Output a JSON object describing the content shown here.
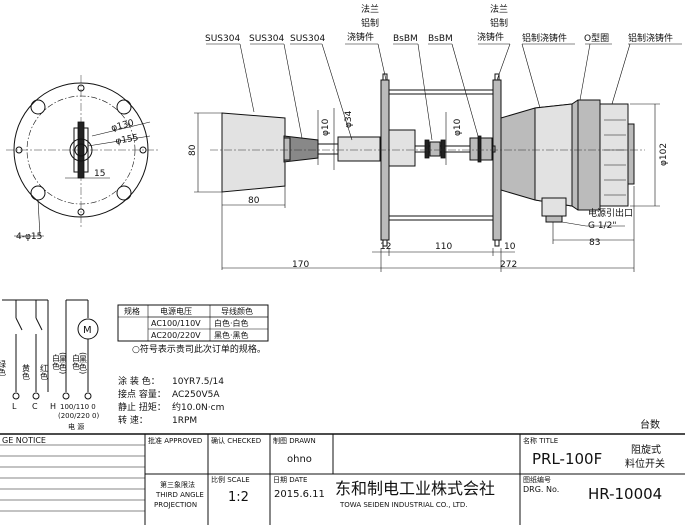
{
  "callouts": {
    "sus1": "SUS304",
    "sus2": "SUS304",
    "sus3": "SUS304",
    "flange_l1": "法兰",
    "flange_l2": "铝制",
    "flange_l3": "浇铸件",
    "bsbm1": "BsBM",
    "bsbm2": "BsBM",
    "flange2_l1": "法兰",
    "flange2_l2": "铝制",
    "flange2_l3": "浇铸件",
    "al_cast1": "铝制浇铸件",
    "oring": "O型圈",
    "al_cast2": "铝制浇铸件",
    "power_outlet": "电源引出口",
    "g_thread": "G 1/2\""
  },
  "dims": {
    "d130": "φ130",
    "d155": "φ155",
    "d15": "15",
    "holes": "4-φ15",
    "d10_a": "φ10",
    "d34": "φ34",
    "d10_b": "φ10",
    "d80v": "80",
    "d80h": "80",
    "d102": "φ102",
    "d12": "12",
    "d110": "110",
    "d10_c": "10",
    "d83": "83",
    "d170": "170",
    "d272": "272"
  },
  "wiring": {
    "wire_green": "绿色",
    "wire_yellow": "黄色",
    "wire_red": "红色",
    "wire_white1": "白色",
    "wire_black1": "(黑色)",
    "wire_white2": "白色",
    "wire_black2": "(黑色)",
    "motor": "M",
    "term_l": "L",
    "term_c": "C",
    "term_h": "H",
    "term_volt1": "100/110 0",
    "term_volt2": "(200/220 0)",
    "power_label": "电 源"
  },
  "spec_table": {
    "headers": [
      "规格",
      "电源电压",
      "导线颜色"
    ],
    "rows": [
      [
        "",
        "AC100/110V",
        "白色·白色"
      ],
      [
        "",
        "AC200/220V",
        "黑色·黑色"
      ]
    ],
    "note": "○符号表示贵司此次订单的规格。"
  },
  "specs": [
    {
      "label": "涂  装  色：",
      "value": "10YR7.5/14"
    },
    {
      "label": "接点  容量：",
      "value": "AC250V5A"
    },
    {
      "label": "静止  扭矩：",
      "value": "约10.0N·cm"
    },
    {
      "label": "转        速：",
      "value": "1RPM"
    }
  ],
  "quantity_label": "台数",
  "title_block": {
    "change_notice": "GE NOTICE",
    "approved_label": "批准 APPROVED",
    "checked_label": "确认 CHECKED",
    "drawn_label": "制图 DRAWN",
    "drawn_by": "ohno",
    "projection_l1": "第三象限法",
    "projection_l2": "THIRD ANGLE",
    "projection_l3": "PROJECTION",
    "scale_label": "比例 SCALE",
    "scale": "1:2",
    "date_label": "日期 DATE",
    "date": "2015.6.11",
    "company_cn": "东和制电工业株式会社",
    "company_en": "TOWA SEIDEN INDUSTRIAL CO., LTD.",
    "title_label": "名称 TITLE",
    "model": "PRL-100F",
    "product_l1": "阻旋式",
    "product_l2": "料位开关",
    "dwg_label_cn": "图纸编号",
    "dwg_label_en": "DRG. No.",
    "dwg_no": "HR-10004"
  }
}
